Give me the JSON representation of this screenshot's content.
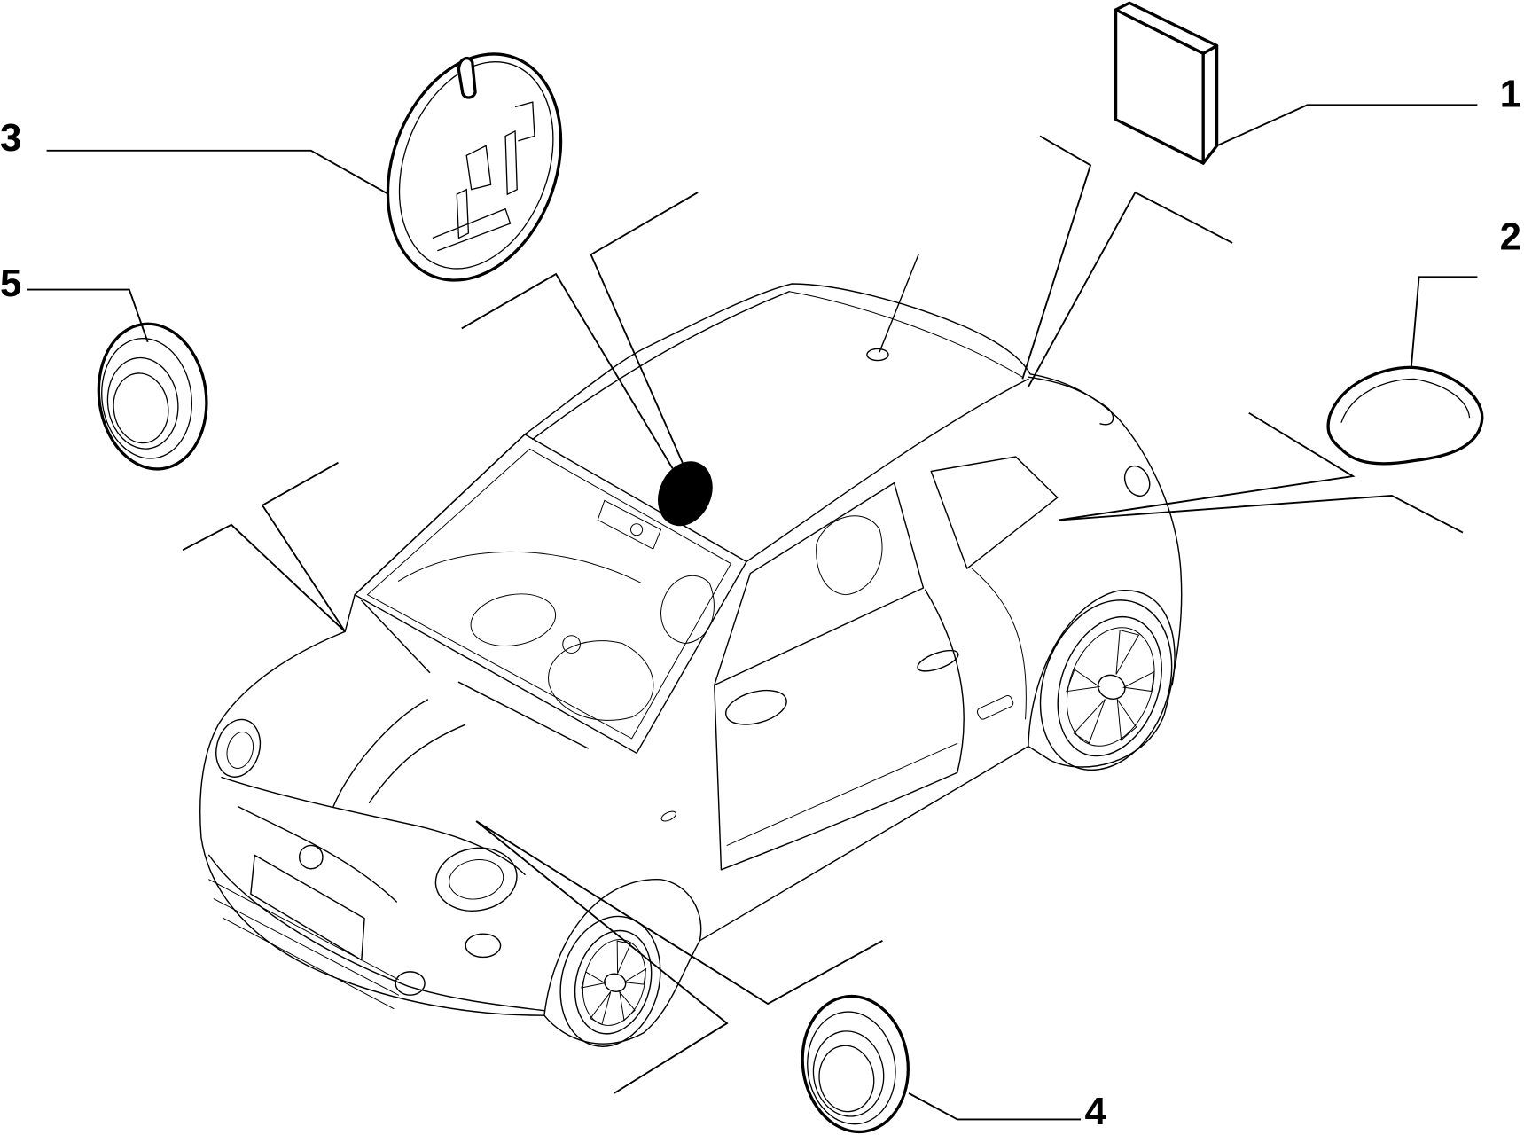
{
  "callouts": [
    {
      "label": "1"
    },
    {
      "label": "2"
    },
    {
      "label": "3"
    },
    {
      "label": "4"
    },
    {
      "label": "5"
    }
  ],
  "colors": {
    "line": "#000000",
    "background": "#ffffff",
    "marker": "#000000"
  }
}
